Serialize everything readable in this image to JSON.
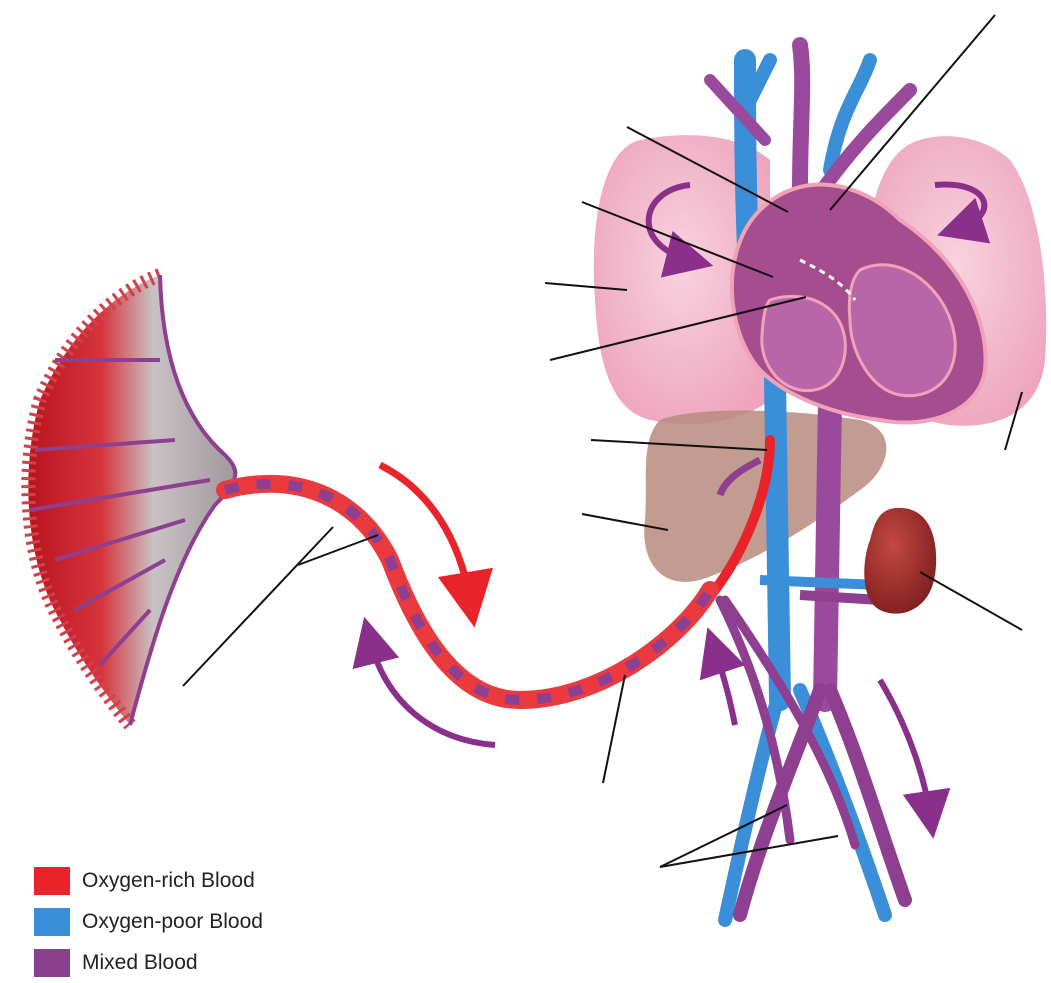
{
  "colors": {
    "oxygen_rich": "#e8242a",
    "oxygen_poor": "#3b8fd9",
    "mixed": "#8a3f8f",
    "lung": "#f2b6c9",
    "liver": "#b98a7a",
    "kidney": "#9b2a2a",
    "placenta_red": "#c81e2a",
    "placenta_gray": "#b9b3b6",
    "heart": "#a04a8c",
    "leader_line": "#111111"
  },
  "legend": [
    {
      "label": "Oxygen-rich Blood",
      "color": "#e8242a"
    },
    {
      "label": "Oxygen-poor Blood",
      "color": "#3b8fd9"
    },
    {
      "label": "Mixed Blood",
      "color": "#8a3f8f"
    }
  ]
}
